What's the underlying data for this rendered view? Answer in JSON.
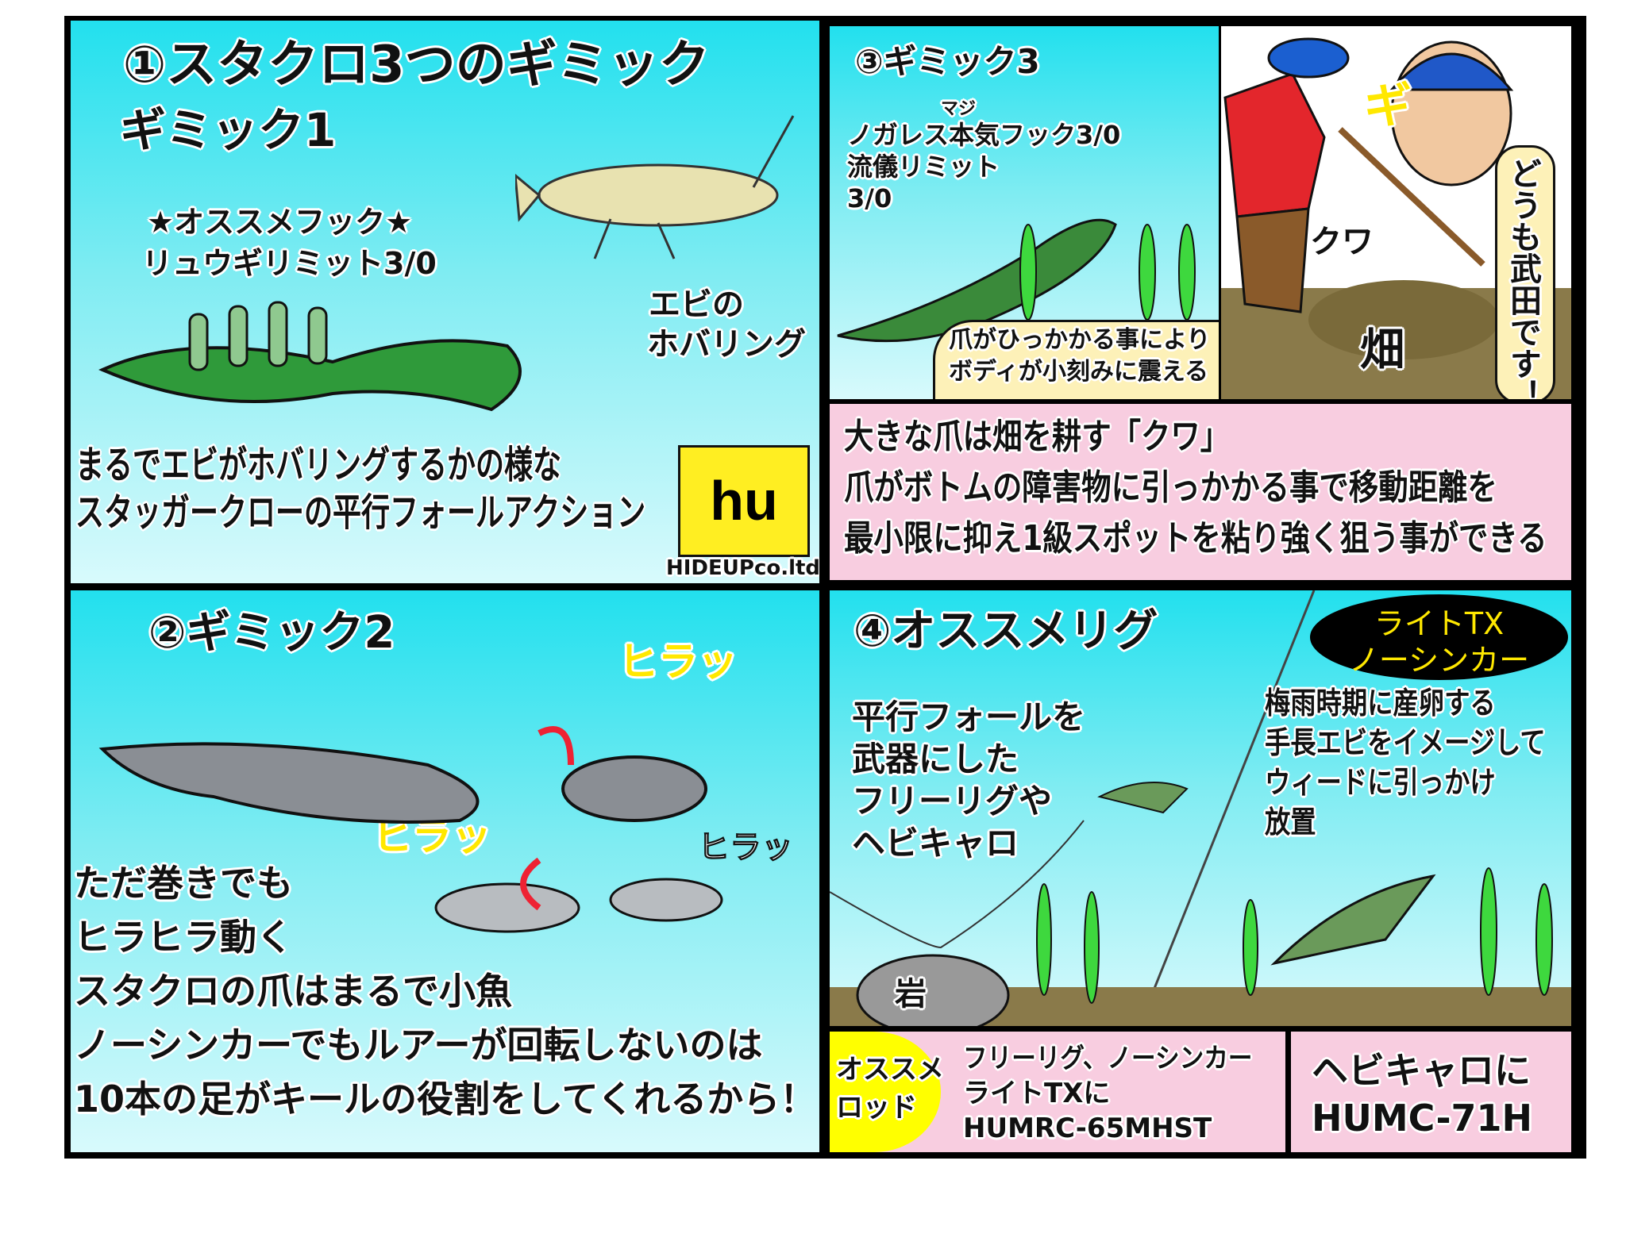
{
  "panel1": {
    "title": "①スタクロ3つのギミック",
    "subtitle": "ギミック1",
    "hook_label": "★オススメフック★",
    "hook_name": "リュウギリミット3/0",
    "shrimp_label_1": "エビの",
    "shrimp_label_2": "ホバリング",
    "desc_1": "まるでエビがホバリングするかの様な",
    "desc_2": "スタッガークローの平行フォールアクション",
    "company": "HIDEUPco.ltd",
    "logo_text": "hu"
  },
  "panel3": {
    "title": "③ギミック3",
    "ruby": "マジ",
    "hook_1": "ノガレス本気フック3/0",
    "hook_2": "流儀リミット",
    "hook_3": "3/0",
    "bubble_1": "爪がひっかかる事により",
    "bubble_2": "ボディが小刻みに震える"
  },
  "farmer": {
    "sfx": "ギ",
    "hoe_label": "クワ",
    "field_label": "畑",
    "greeting": "どうも武田です！"
  },
  "info": {
    "line_1": "大きな爪は畑を耕す「クワ」",
    "line_2": "爪がボトムの障害物に引っかかる事で移動距離を",
    "line_3": "最小限に抑え1級スポットを粘り強く狙う事ができる"
  },
  "panel2": {
    "title": "②ギミック2",
    "sfx_1": "ヒラッ",
    "sfx_2": "ヒラッ",
    "sfx_3": "ヒラッ",
    "desc": [
      "ただ巻きでも",
      "ヒラヒラ動く",
      "スタクロの爪はまるで小魚",
      "ノーシンカーでもルアーが回転しないのは",
      "10本の足がキールの役割をしてくれるから！"
    ]
  },
  "panel4": {
    "title": "④オススメリグ",
    "left_text": [
      "平行フォールを",
      "武器にした",
      "フリーリグや",
      "ヘビキャロ"
    ],
    "badge_1": "ライトTX",
    "badge_2": "ノーシンカー",
    "right_text": [
      "梅雨時期に産卵する",
      "手長エビをイメージして",
      "ウィードに引っかけ",
      "放置"
    ],
    "rock_label": "岩"
  },
  "rods": {
    "label_1": "オススメ",
    "label_2": "ロッド",
    "rod1_1": "フリーリグ、ノーシンカー",
    "rod1_2": "ライトTXに",
    "rod1_3": "HUMRC-65MHST",
    "rod2_1": "ヘビキャロに",
    "rod2_2": "HUMC-71H"
  },
  "colors": {
    "sea": "#22e0ee",
    "pink": "#f8cde0",
    "yellow": "#ffff00",
    "lure_green": "#2f9a3a"
  }
}
